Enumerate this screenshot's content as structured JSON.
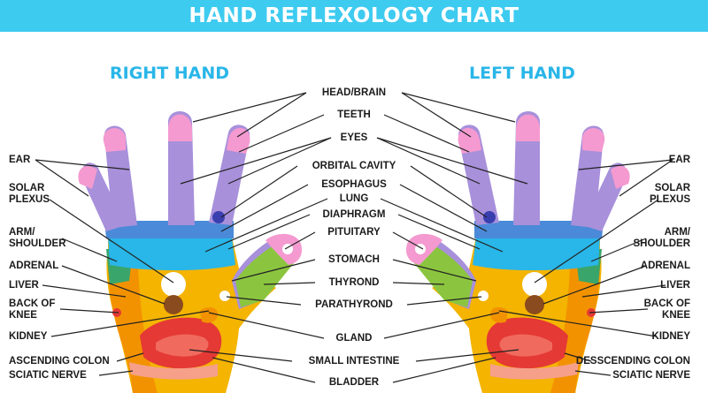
{
  "title": "HAND REFLEXOLOGY CHART",
  "right_hand_title": "RIGHT HAND",
  "left_hand_title": "LEFT HAND",
  "colors": {
    "banner": "#3ecbf0",
    "heading": "#29b6e8",
    "fingers": "#a890db",
    "fingertips": "#f49ad0",
    "band": "#4a8ad8",
    "palm_top": "#29b6e8",
    "palm": "#f4b400",
    "palm_warm": "#f39200",
    "thumb": "#8bc53f",
    "edge": "#3aa56a",
    "intestine": "#e53935",
    "kidney_dot": "#e53935"
  },
  "labels": {
    "center": [
      "HEAD/BRAIN",
      "TEETH",
      "EYES",
      "ORBITAL CAVITY",
      "ESOPHAGUS",
      "LUNG",
      "DIAPHRAGM",
      "PITUITARY",
      "STOMACH",
      "THYROND",
      "PARATHYROND",
      "GLAND",
      "SMALL INTESTINE",
      "BLADDER"
    ],
    "left": [
      "EAR",
      "SOLAR\nPLEXUS",
      "ARM/\nSHOULDER",
      "ADRENAL",
      "LIVER",
      "BACK OF\nKNEE",
      "KIDNEY",
      "ASCENDING COLON",
      "SCIATIC NERVE"
    ],
    "right": [
      "EAR",
      "SOLAR\nPLEXUS",
      "ARM/\nSHOULDER",
      "ADRENAL",
      "LIVER",
      "BACK OF\nKNEE",
      "KIDNEY",
      "DESSCENDING COLON",
      "SCIATIC NERVE"
    ]
  }
}
